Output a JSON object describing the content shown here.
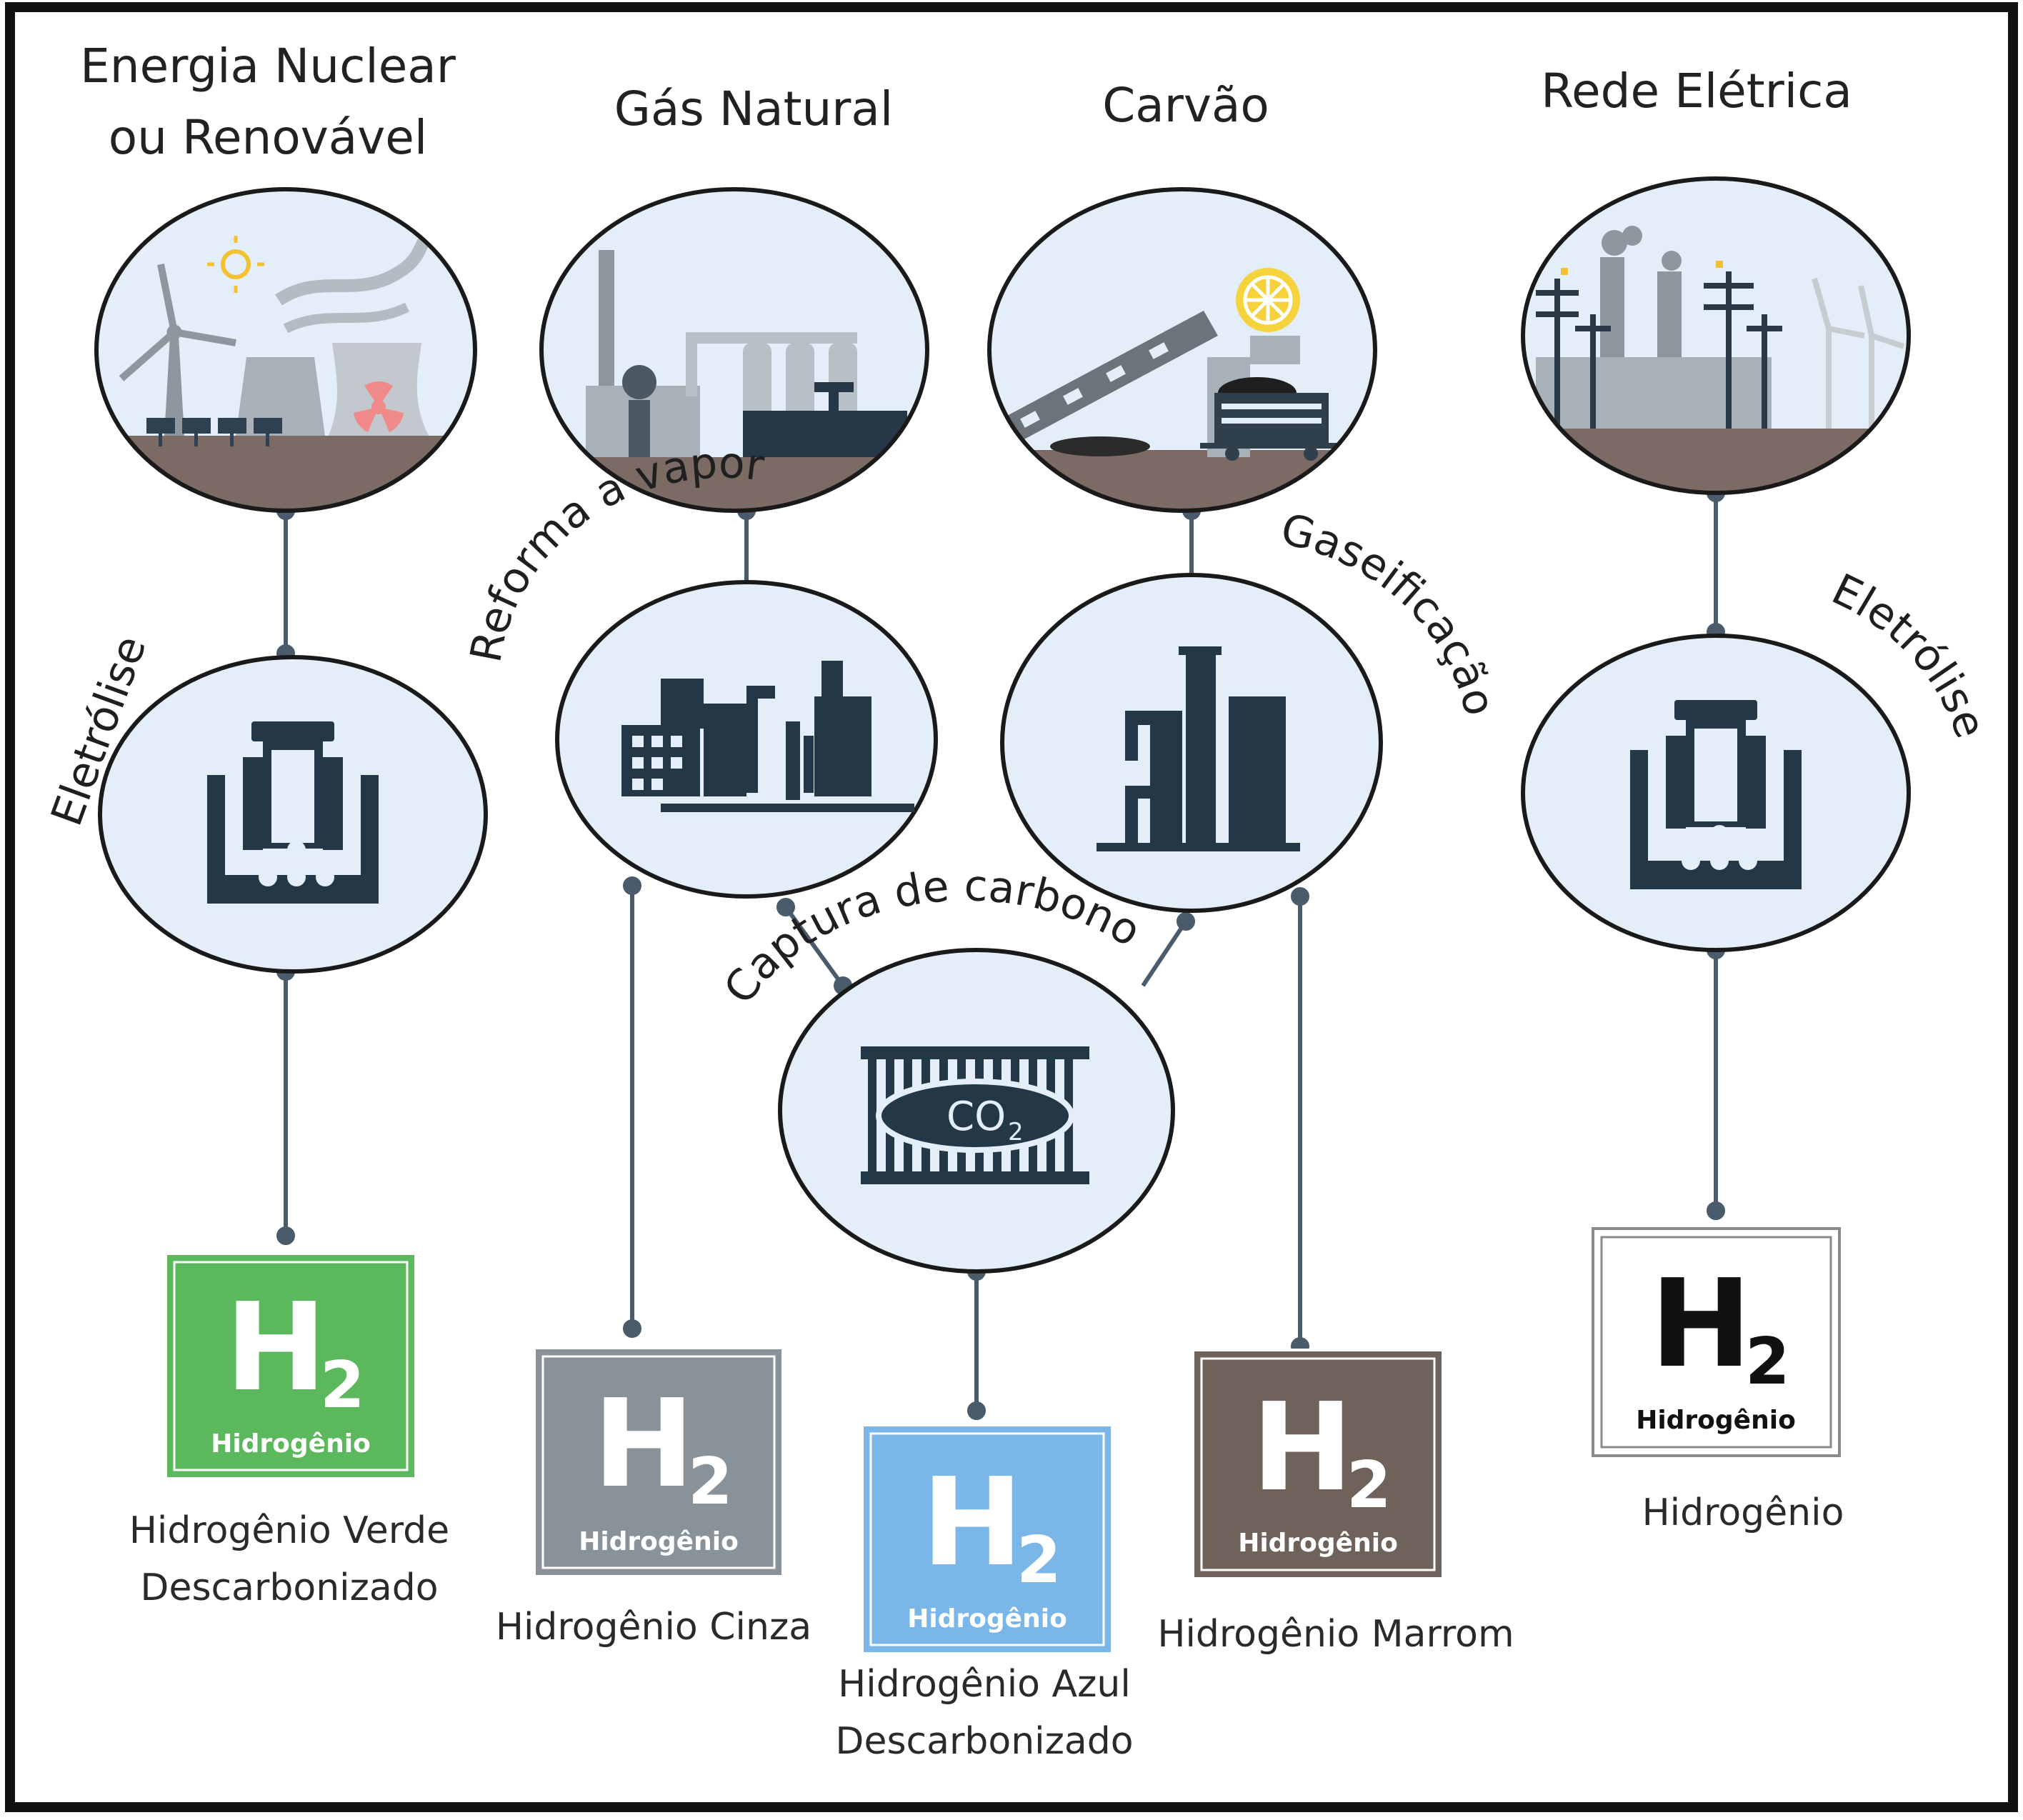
{
  "sources": {
    "nuclear_line1": "Energia Nuclear",
    "nuclear_line2": "ou Renovável",
    "gas": "Gás Natural",
    "coal": "Carvão",
    "grid": "Rede Elétrica"
  },
  "processes": {
    "electrolysis_left": "Eletrólise",
    "steam_reforming": "Reforma a vapor",
    "gasification": "Gaseificação",
    "electrolysis_right": "Eletrólise",
    "carbon_capture": "Captura de carbono",
    "co2": "CO",
    "co2_sub": "2"
  },
  "tiles": [
    {
      "symbol": "H",
      "sub": "2",
      "word": "Hidrogênio",
      "color": "#5cb85c",
      "caption1": "Hidrogênio Verde",
      "caption2": "Descarbonizado"
    },
    {
      "symbol": "H",
      "sub": "2",
      "word": "Hidrogênio",
      "color": "#8a9299",
      "caption1": "Hidrogênio Cinza",
      "caption2": ""
    },
    {
      "symbol": "H",
      "sub": "2",
      "word": "Hidrogênio",
      "color": "#7bb6e8",
      "caption1": "Hidrogênio Azul",
      "caption2": "Descarbonizado"
    },
    {
      "symbol": "H",
      "sub": "2",
      "word": "Hidrogênio",
      "color": "#6f625a",
      "caption1": "Hidrogênio Marrom",
      "caption2": ""
    },
    {
      "symbol": "H",
      "sub": "2",
      "word": "Hidrogênio",
      "color": "#ffffff",
      "caption1": "Hidrogênio",
      "caption2": ""
    }
  ],
  "colors": {
    "line": "#4a5b6b",
    "icon_dark": "#243746",
    "circle_fill": "#e3eef8",
    "ground": "#7c6a64",
    "factory_gray": "#a9b1b8"
  }
}
